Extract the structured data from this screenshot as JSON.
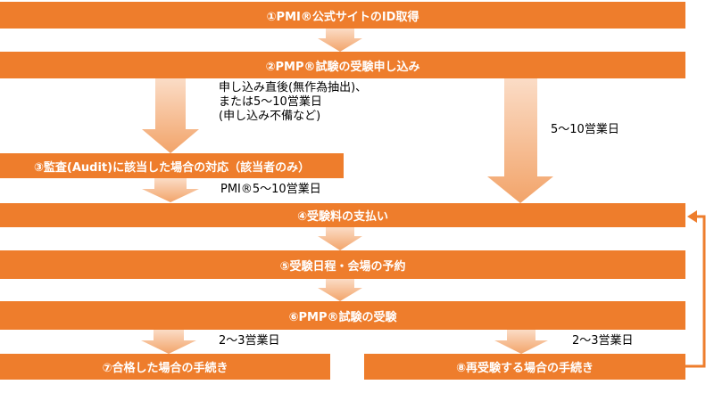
{
  "colors": {
    "box_fill": "#ee7d2c",
    "box_text": "#ffffff",
    "arrow_light": "#fbdcc6",
    "arrow_dark": "#f2a46a",
    "return_arrow": "#ee7d2c"
  },
  "steps": {
    "step1": "①PMI®公式サイトのID取得",
    "step2": "②PMP®試験の受験申し込み",
    "step3": "③監査(Audit)に該当した場合の対応（該当者のみ）",
    "step4": "④受験料の支払い",
    "step5": "⑤受験日程・会場の予約",
    "step6": "⑥PMP®試験の受験",
    "step7": "⑦合格した場合の手続き",
    "step8": "⑧再受験する場合の手続き"
  },
  "notes": {
    "audit_timing_line1": "申し込み直後(無作為抽出)、",
    "audit_timing_line2": "または5～10営業日",
    "audit_timing_line3": "(申し込み不備など)",
    "normal_path": "5～10営業日",
    "after_audit": "PMI®5～10営業日",
    "pass_result": "2～3営業日",
    "retake_result": "2～3営業日"
  }
}
